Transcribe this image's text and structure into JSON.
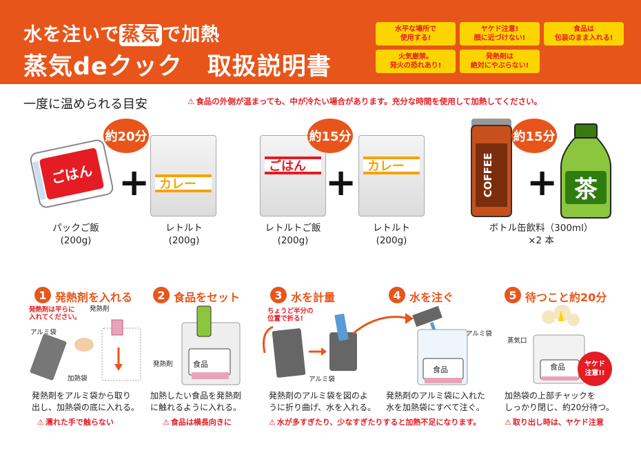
{
  "header": {
    "title_line1_a": "水を注いで",
    "title_line1_highlight": "蒸気",
    "title_line1_b": "で加熱",
    "title_line2": "蒸気deクック　取扱説明書",
    "warnings": [
      {
        "line1": "水平な場所で",
        "line2": "使用する!"
      },
      {
        "line1": "ヤケド注意!",
        "line2": "顔に近づけない!"
      },
      {
        "line1": "食品は",
        "line2": "包装のまま入れる!"
      },
      {
        "line1": "火気厳禁。",
        "line2": "発火の恐れあり!"
      },
      {
        "line1": "発熱剤は",
        "line2": "絶対にやぶらない!"
      }
    ]
  },
  "section": {
    "title": "一度に温められる目安",
    "notice": "食品の外側が温まっても、中が冷たい場合があります。充分な時間を使用して加熱してください。"
  },
  "combos": [
    {
      "time": "約20分",
      "items": [
        {
          "name": "パックご飯",
          "amount": "(200g)",
          "label": "ごはん"
        },
        {
          "name": "レトルト",
          "amount": "(200g)",
          "label": "カレー"
        }
      ]
    },
    {
      "time": "約15分",
      "items": [
        {
          "name": "レトルトご飯",
          "amount": "(200g)",
          "label": "ごはん"
        },
        {
          "name": "レトルト",
          "amount": "(200g)",
          "label": "カレー"
        }
      ]
    },
    {
      "time": "約15分",
      "name": "ボトル缶飲料（300ml）",
      "amount": "×2 本",
      "can_label": "COFFEE",
      "tea_label": "茶"
    }
  ],
  "steps": [
    {
      "num": "1",
      "title": "発熱剤を入れる",
      "desc1": "発熱剤をアルミ袋から取り",
      "desc2": "出し、加熱袋の底に入れる。",
      "warn": "濡れた手で触らない",
      "notes": {
        "flat1": "発熱剤は平らに",
        "flat2": "入れてください。",
        "agent": "発熱剤",
        "alumi": "アルミ袋",
        "bag": "加熱袋"
      }
    },
    {
      "num": "2",
      "title": "食品をセット",
      "desc1": "加熱したい食品を発熱剤",
      "desc2": "に触れるように入れる。",
      "warn": "食品は横長向きに",
      "notes": {
        "agent": "発熱剤",
        "food": "食品"
      }
    },
    {
      "num": "3",
      "title": "水を計量",
      "desc1": "発熱剤のアルミ袋を図のよ",
      "desc2": "うに折り曲げ、水を入れる。",
      "warn": "水が多すぎたり、少なすぎたりすると加熱不足になります。",
      "notes": {
        "fold1": "ちょうど半分の",
        "fold2": "位置で折る!",
        "alumi": "アルミ袋"
      }
    },
    {
      "num": "4",
      "title": "水を注ぐ",
      "desc1": "発熱剤のアルミ袋に入れた",
      "desc2": "水を加熱袋にすべて注ぐ。",
      "notes": {
        "alumi": "アルミ袋",
        "food": "食品"
      }
    },
    {
      "num": "5",
      "title": "待つこと約20分",
      "desc1": "加熱袋の上部チャックを",
      "desc2": "しっかり閉じ、約20分待つ。",
      "warn": "取り出し時は、ヤケド注意",
      "notes": {
        "vent": "蒸気口",
        "food": "食品",
        "burn1": "ヤケド",
        "burn2": "注意!!"
      }
    }
  ],
  "colors": {
    "accent": "#e8551a",
    "warning_bg": "#fdd400",
    "warning_text": "#e51c23"
  }
}
